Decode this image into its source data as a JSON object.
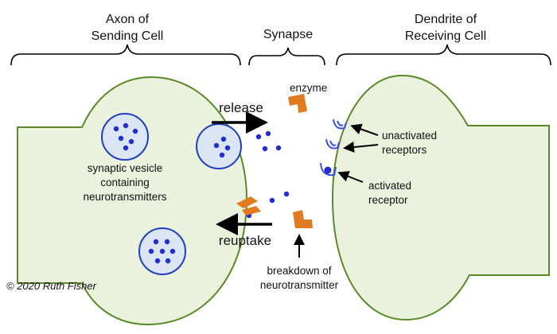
{
  "headers": {
    "axon": [
      "Axon of",
      "Sending Cell"
    ],
    "synapse": "Synapse",
    "dendrite": [
      "Dendrite of",
      "Receiving Cell"
    ]
  },
  "labels": {
    "release": "release",
    "reuptake": "reuptake",
    "enzyme": "enzyme",
    "vesicle": [
      "synaptic vesicle",
      "containing",
      "neurotransmitters"
    ],
    "unactivated": [
      "unactivated",
      "receptors"
    ],
    "activated": [
      "activated",
      "receptor"
    ],
    "breakdown": [
      "breakdown of",
      "neurotransmitter"
    ]
  },
  "copyright": "© 2020 Ruth Fisher",
  "colors": {
    "cell_fill": "#eaf1dd",
    "cell_stroke": "#5a8a28",
    "vesicle_fill": "#dbe5f3",
    "vesicle_stroke": "#1f3fbf",
    "neurotransmitter": "#1f2fcf",
    "enzyme": "#e07b20",
    "receptor": "#3a4fd8"
  }
}
